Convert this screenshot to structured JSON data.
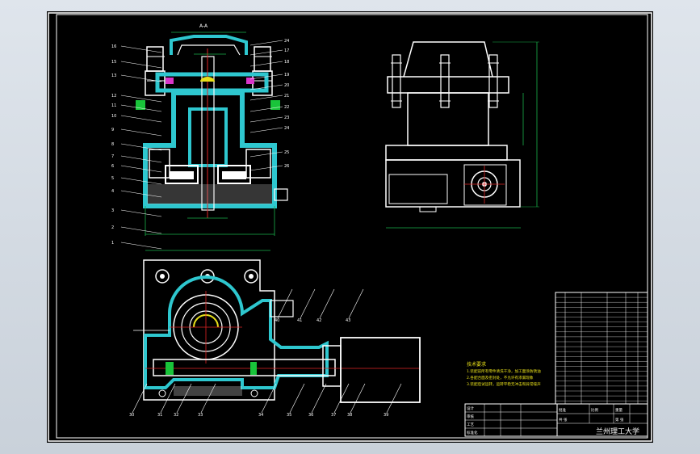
{
  "section_mark": "A-A",
  "university": "兰州理工大学",
  "colors": {
    "background": "#000000",
    "frame": "#ffffff",
    "casing": "#2ec7cf",
    "sections": "#ffffff",
    "dimension": "#18b24a",
    "magenta": "#d936c8",
    "red": "#e02424",
    "yellow": "#e8e01a",
    "green_part": "#19c43a"
  },
  "left_view_labels": [
    "16",
    "15",
    "13",
    "12",
    "11",
    "10",
    "9",
    "8",
    "7",
    "6",
    "5",
    "4",
    "3",
    "2",
    "1"
  ],
  "right_view_labels": [
    "24",
    "17",
    "18",
    "19",
    "20",
    "21",
    "22",
    "23",
    "24",
    "25",
    "26"
  ],
  "bottom_view_labels": [
    "30",
    "31",
    "32",
    "33",
    "34",
    "35",
    "36",
    "37",
    "38",
    "39",
    "40",
    "41",
    "42",
    "43"
  ],
  "tech_notes_title": "技术要求",
  "tech_notes": [
    "1.装配前所有零件清洗干净，加工面涂防锈油",
    "2.各配合面及密封处，不允许有渗漏现象",
    "3.装配后试运转，运转平稳无冲击和异常噪声"
  ],
  "title_block": {
    "school": "兰州理工大学",
    "cells": [
      "设计",
      "审核",
      "工艺",
      "标准化",
      "批准",
      "比例",
      "重量",
      "共 张",
      "第 张"
    ]
  }
}
